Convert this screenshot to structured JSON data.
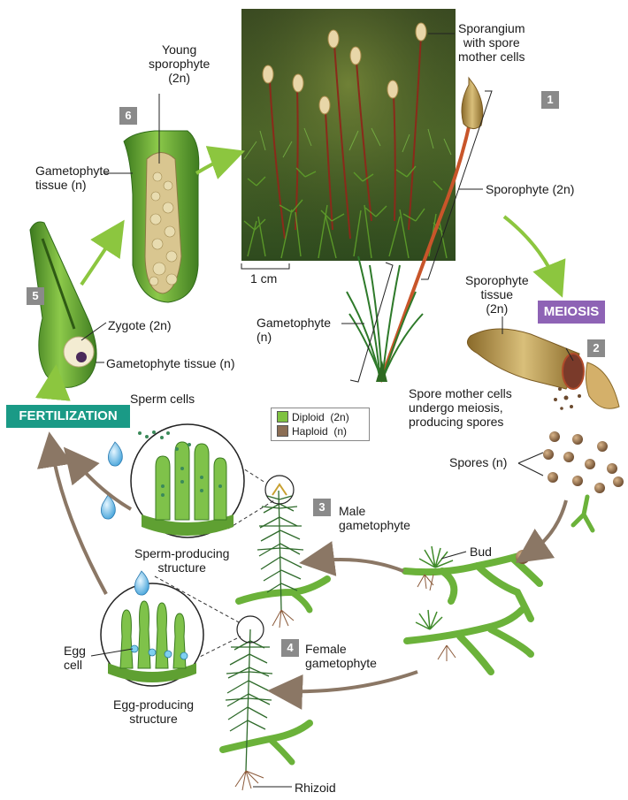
{
  "labels": {
    "young_sporophyte": "Young\nsporophyte\n(2n)",
    "gametophyte_tissue_top": "Gametophyte\ntissue (n)",
    "zygote": "Zygote (2n)",
    "gametophyte_tissue_low": "Gametophyte tissue (n)",
    "sporangium": "Sporangium\nwith spore\nmother cells",
    "sporophyte": "Sporophyte (2n)",
    "gametophyte": "Gametophyte\n(n)",
    "scale": "1 cm",
    "sporophyte_tissue": "Sporophyte\ntissue\n(2n)",
    "spore_mother_cells": "Spore mother cells\nundergo meiosis,\nproducing spores",
    "spores": "Spores (n)",
    "sperm_cells": "Sperm cells",
    "sperm_structure": "Sperm-producing\nstructure",
    "male_gametophyte": "Male\ngametophyte",
    "bud": "Bud",
    "female_gametophyte": "Female\ngametophyte",
    "egg_cell": "Egg\ncell",
    "egg_structure": "Egg-producing\nstructure",
    "rhizoid": "Rhizoid"
  },
  "steps": {
    "s1": "1",
    "s2": "2",
    "s3": "3",
    "s4": "4",
    "s5": "5",
    "s6": "6"
  },
  "tags": {
    "meiosis": "MEIOSIS",
    "fertilization": "FERTILIZATION"
  },
  "legend": {
    "diploid": "Diploid  (2n)",
    "haploid": "Haploid  (n)"
  },
  "colors": {
    "diploid": "#7fc241",
    "haploid": "#8b6e55",
    "meiosis_tag": "#8e63b5",
    "fertilization_tag": "#1a9a86",
    "green_arrow": "#8cc63f",
    "brown_arrow": "#8b7765",
    "step_box": "#8a8a8a"
  }
}
